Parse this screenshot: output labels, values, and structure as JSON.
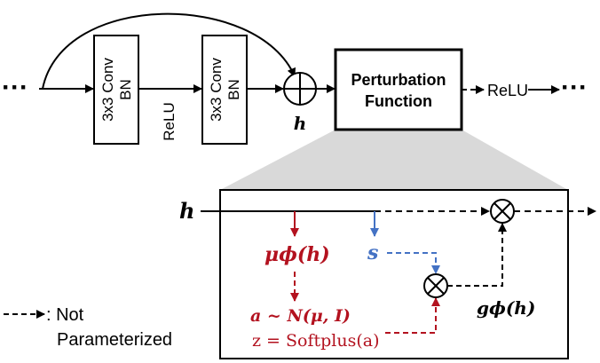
{
  "top_row": {
    "conv_block_1": {
      "line1": "3x3 Conv",
      "line2": "BN"
    },
    "conv_block_2": {
      "line1": "3x3 Conv",
      "line2": "BN"
    },
    "relu_between": "ReLU",
    "sum_label": "h",
    "perturbation_box": {
      "line1": "Perturbation",
      "line2": "Function"
    },
    "relu_after": "ReLU",
    "left_dots": "···",
    "right_dots": "···"
  },
  "detail": {
    "input_label": "h",
    "mu": "μϕ(h)",
    "s": "s",
    "sample": "a ~ N(μ, I)",
    "softplus": "z = Softplus(a)",
    "g": "gϕ(h)"
  },
  "legend": {
    "arrow_text": ": Not",
    "line2": "Parameterized"
  },
  "colors": {
    "red": "#b3121f",
    "blue": "#4472c4",
    "black": "#000000",
    "trapezoid_fill": "#d9d9d9"
  }
}
